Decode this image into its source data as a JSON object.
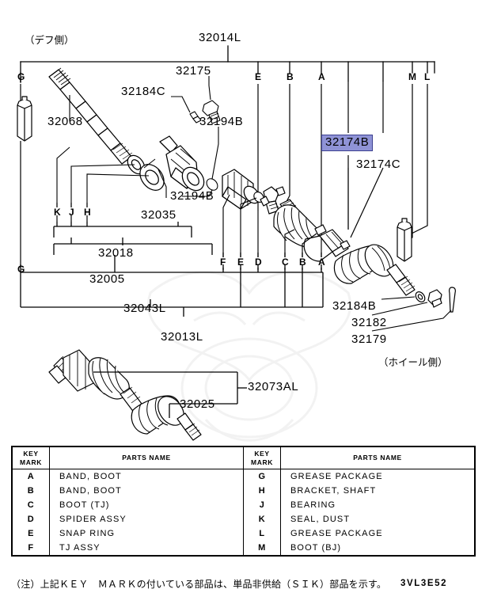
{
  "diagram": {
    "side_labels": {
      "diff_side": "（デフ側）",
      "wheel_side": "（ホイール側）"
    },
    "part_numbers": {
      "p32014L": "32014L",
      "p32175": "32175",
      "p32184C": "32184C",
      "p32068": "32068",
      "p32194B_top": "32194B",
      "p32194B_mid": "32194B",
      "p32035": "32035",
      "p32018": "32018",
      "p32005": "32005",
      "p32043L": "32043L",
      "p32013L": "32013L",
      "p32174B": "32174B",
      "p32174C": "32174C",
      "p32184B": "32184B",
      "p32182": "32182",
      "p32179": "32179",
      "p32073AL": "32073AL",
      "p32025": "32025"
    },
    "highlight_color": "#8f93d6",
    "highlight_border": "#3b3f8f",
    "key_markers": {
      "top_row": [
        "G",
        "E",
        "B",
        "A",
        "M",
        "L"
      ],
      "left_group": [
        "K",
        "J",
        "H"
      ],
      "bottom_left": "G",
      "bottom_row": [
        "F",
        "E",
        "D",
        "C",
        "B",
        "A"
      ]
    }
  },
  "table": {
    "headers": {
      "key_mark_line1": "KEY",
      "key_mark_line2": "MARK",
      "parts_name": "PARTS NAME"
    },
    "left_rows": [
      {
        "key": "A",
        "name": "BAND, BOOT"
      },
      {
        "key": "B",
        "name": "BAND, BOOT"
      },
      {
        "key": "C",
        "name": "BOOT (TJ)"
      },
      {
        "key": "D",
        "name": "SPIDER ASSY"
      },
      {
        "key": "E",
        "name": "SNAP RING"
      },
      {
        "key": "F",
        "name": "TJ ASSY"
      }
    ],
    "right_rows": [
      {
        "key": "G",
        "name": "GREASE PACKAGE"
      },
      {
        "key": "H",
        "name": "BRACKET, SHAFT"
      },
      {
        "key": "J",
        "name": "BEARING"
      },
      {
        "key": "K",
        "name": "SEAL, DUST"
      },
      {
        "key": "L",
        "name": "GREASE PACKAGE"
      },
      {
        "key": "M",
        "name": "BOOT (BJ)"
      }
    ]
  },
  "footer": {
    "note": "（注）上記ＫＥＹ　ＭＡＲＫの付いている部品は、単品非供給（ＳＩＫ）部品を示す。",
    "drawing_code": "3VL3E52"
  }
}
